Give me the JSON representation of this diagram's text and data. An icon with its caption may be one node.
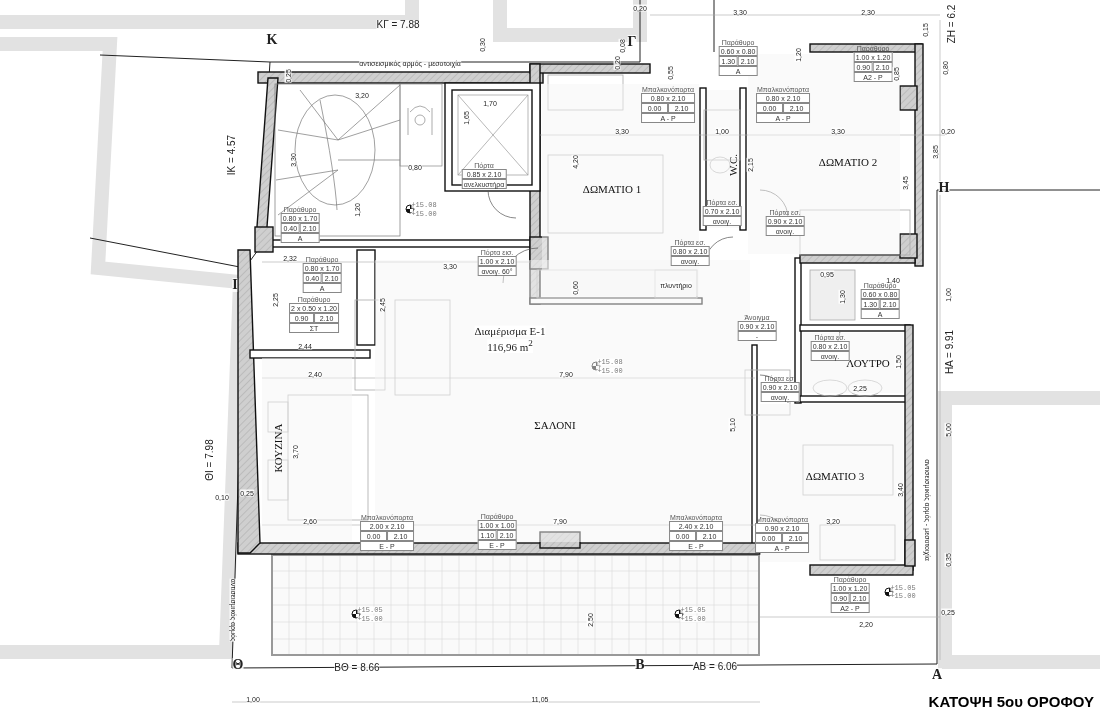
{
  "diagram": {
    "title": "ΚΑΤΟΨΗ 5ου ΟΡΟΦΟΥ",
    "nodes": [
      {
        "text": [
          "ΔΩΜΑΤΙΟ 1"
        ]
      },
      {
        "text": [
          "W.C."
        ]
      },
      {
        "text": [
          "ΔΩΜΑΤΙΟ 2"
        ]
      },
      {
        "text": [
          "ΚΟΥΖΙΝΑ"
        ]
      },
      {
        "text": [
          "ΣΑΛΟΝΙ"
        ]
      },
      {
        "text": [
          "ΛΟΥΤΡΟ"
        ]
      },
      {
        "text": [
          "ΔΩΜΑΤΙΟ 3"
        ]
      }
    ],
    "labels": [
      "0,20",
      "3,30",
      "2,30",
      "ΚΓ = 7.88",
      "Κ",
      "0,30",
      "Γ",
      "0,08",
      "0,15",
      "ΖΗ = 6.2",
      "αντισεισμικός αρμός - μεσοτοιχία",
      "0,25",
      "0,20",
      "Παράθυρο",
      "0.60 x 0.80",
      "1.30",
      "2.10",
      "Α",
      "1,20",
      "0,80",
      "Παράθυρο",
      "1.00 x 1.20",
      "0.90",
      "2.10",
      "Α2 - Ρ",
      "0,55",
      "0,85",
      "3,20",
      "1,70",
      "Μπαλκονόπορτα",
      "0.80 x 2.10",
      "0.00",
      "2.10",
      "Α - Ρ",
      "Μπαλκονόπορτα",
      "0.80 x 2.10",
      "0.00",
      "2.10",
      "Α - Ρ",
      "1,65",
      "3,30",
      "1,00",
      "3,30",
      "0,20",
      "ΙΚ = 4.57",
      "3,30",
      "4,20",
      "2,15",
      "3,85",
      "Η",
      "3,45",
      "0,80",
      "Πόρτα",
      "0.85 x 2.10",
      "ανελκυστήρα",
      "+15.08",
      "+15.00",
      "1,20",
      "Παράθυρο",
      "0.80 x 1.70",
      "0.40",
      "2.10",
      "Α",
      "Πόρτα εσ.",
      "0.70 x 2.10",
      "ανοιγ.",
      "Πόρτα εσ.",
      "0.90 x 2.10",
      "ανοιγ.",
      "Πόρτα εσ.",
      "0.80 x 2.10",
      "ανοιγ.",
      "Πόρτα εισ.",
      "1.00 x 2.10",
      "ανοιγ. 60°",
      "2,32",
      "Παράθυρο",
      "0.80 x 1.70",
      "0.40",
      "2.10",
      "Α",
      "3,30",
      "Ι",
      "πλυντήριο",
      "0,95",
      "1,40",
      "0,60",
      "1,30",
      "Παράθυρο",
      "0.60 x 0.80",
      "1.30",
      "2.10",
      "Α",
      "1,00",
      "Παράθυρο",
      "2 x 0.50 x 1.20",
      "0.90",
      "2.10",
      "ΣΤ",
      "2,25",
      "2,45",
      "Άνοιγμα",
      "0.90 x 2.10",
      "-",
      "Διαμέρισμα Ε-1",
      "116,96 m$^{2}$",
      "Πόρτα εσ.",
      "0.80 x 2.10",
      "ανοιγ.",
      "+15.08",
      "+15.00",
      "1,50",
      "2,44",
      "ΗΑ = 9.91",
      "2,40",
      "7,90",
      "Πόρτα εσ.",
      "0.90 x 2.10",
      "ανοιγ.",
      "2,25",
      "5,10",
      "3,70",
      "ΘΙ = 7.98",
      "5,00",
      "3,40",
      "αντισεισμικός αρμός - μεσοτοιχία",
      "0,10",
      "0,25",
      "2,60",
      "7,90",
      "3,20",
      "Μπαλκονόπορτα",
      "2.00 x 2.10",
      "0.00",
      "2.10",
      "Ε - Ρ",
      "Παράθυρο",
      "1.00 x 1.00",
      "1.10",
      "2.10",
      "Ε - Ρ",
      "Μπαλκονόπορτα",
      "2.40 x 2.10",
      "0.00",
      "2.10",
      "Ε - Ρ",
      "Μπαλκονόπορτα",
      "0.90 x 2.10",
      "0.00",
      "2.10",
      "Α - Ρ",
      "0,35",
      "αντισεισμικός αρμός",
      "+15.05",
      "+15.00",
      "Παράθυρο",
      "1.00 x 1.20",
      "0.90",
      "2.10",
      "Α2 - Ρ",
      "0,25",
      "+15.05",
      "+15.00",
      "2,20",
      "2,50",
      "+15.05",
      "+15.00",
      "Θ",
      "ΒΘ = 8.66",
      "Β",
      "ΑΒ = 6.06",
      "Α",
      "1,00",
      "11,05"
    ]
  }
}
